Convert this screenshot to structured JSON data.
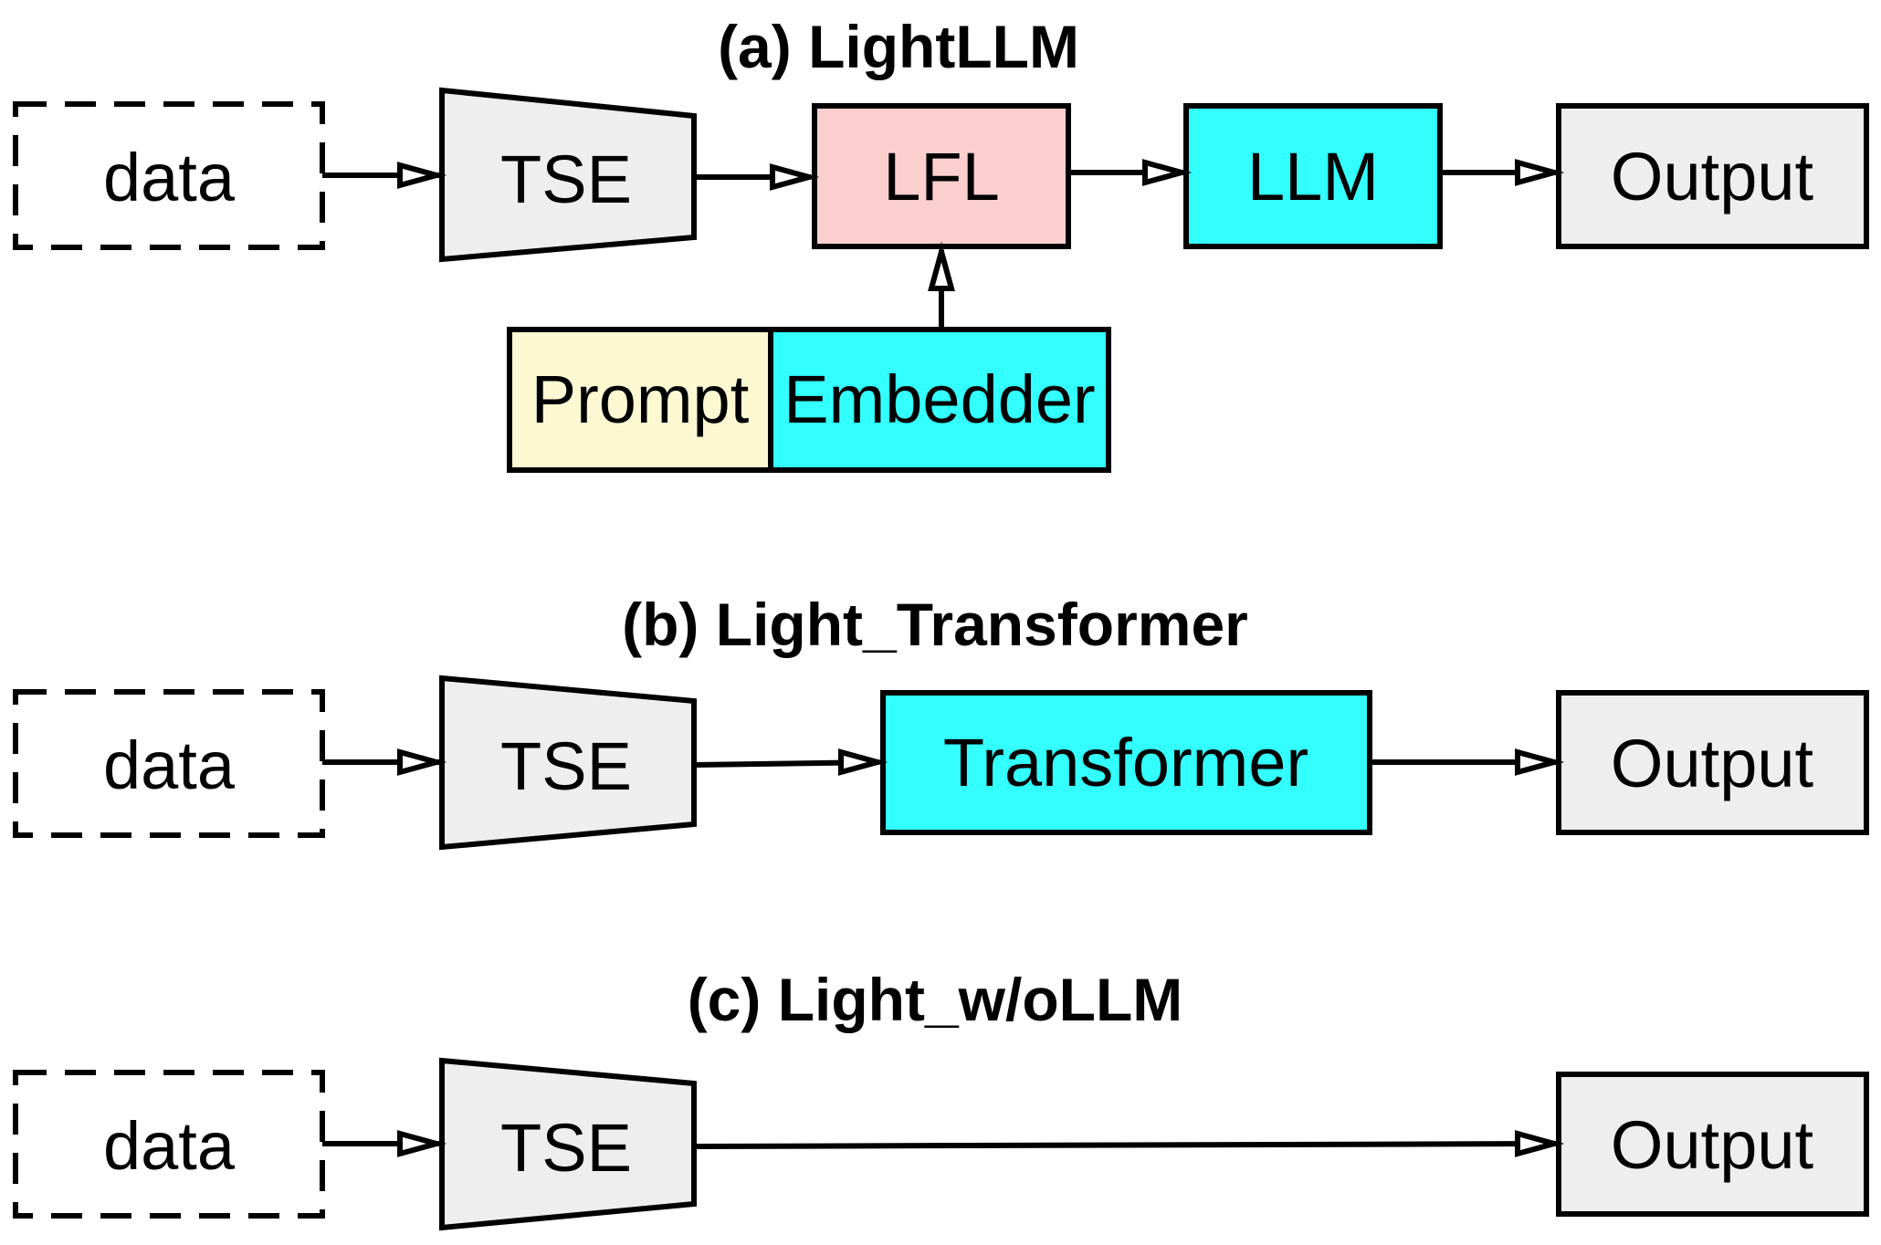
{
  "colors": {
    "gray_fill": "#eeeeee",
    "lfl_fill": "#fccfcf",
    "cyan_fill": "#33ffff",
    "prompt_fill": "#fcf9d2",
    "stroke": "#000000"
  },
  "panel_a": {
    "title": "(a) LightLLM",
    "data": "data",
    "tse": "TSE",
    "lfl": "LFL",
    "llm": "LLM",
    "output": "Output",
    "prompt": "Prompt",
    "embedder": "Embedder"
  },
  "panel_b": {
    "title": "(b) Light_Transformer",
    "data": "data",
    "tse": "TSE",
    "transformer": "Transformer",
    "output": "Output"
  },
  "panel_c": {
    "title": "(c) Light_w/oLLM",
    "data": "data",
    "tse": "TSE",
    "output": "Output"
  }
}
